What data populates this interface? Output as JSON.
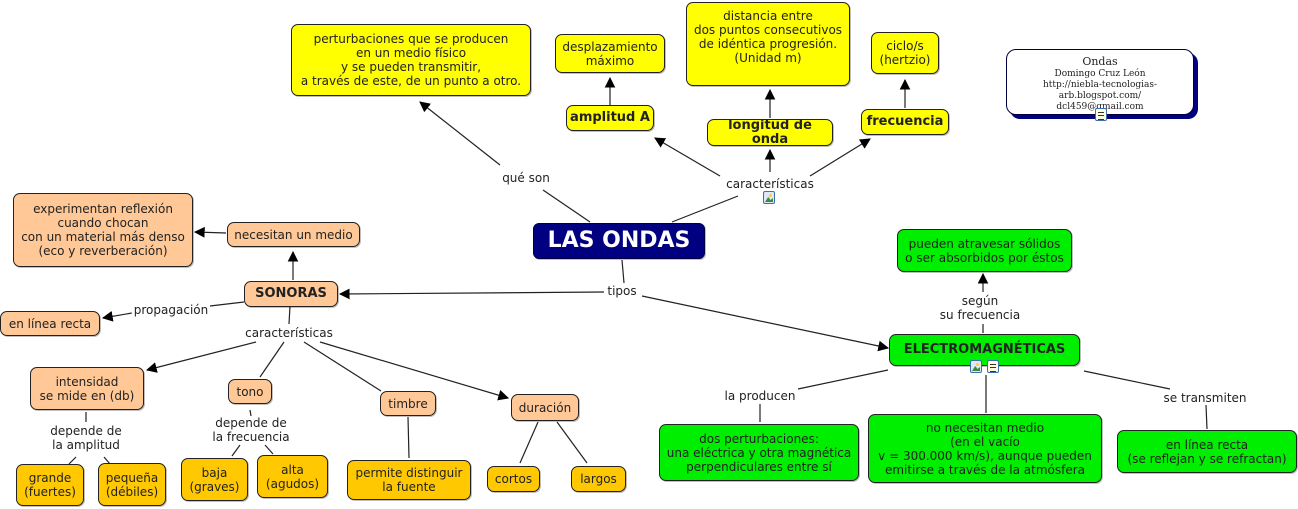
{
  "title": "LAS ONDAS",
  "info_box": {
    "title": "Ondas",
    "author": "Domingo Cruz León",
    "url": "http://niebla-tecnologias-arb.blogspot.com/",
    "email": "dcl459@gmail.com",
    "icon": "document-icon"
  },
  "colors": {
    "main": "#000080",
    "general": "#ffff00",
    "sonoras": "#ffc896",
    "sonoras_leaf": "#ffc800",
    "electromagneticas": "#00ee00"
  },
  "nodes": {
    "definicion": "perturbaciones que se producen\nen un medio físico\ny se pueden transmitir,\na través de este, de un punto a otro.",
    "amplitud": "amplitud A",
    "amplitud_def": "desplazamiento\nmáximo",
    "longitud": "longitud de onda",
    "longitud_def": "distancia entre\ndos puntos consecutivos\nde idéntica progresión.\n(Unidad m)",
    "frecuencia": "frecuencia",
    "frecuencia_def": "ciclo/s\n(hertzio)",
    "sonoras": "SONORAS",
    "necesitan_medio": "necesitan un medio",
    "reflexion": "experimentan reflexión\ncuando chocan\ncon un material más denso\n(eco y reverberación)",
    "linea_recta_son": "en línea recta",
    "intensidad": "intensidad\nse mide en (db)",
    "grande": "grande\n(fuertes)",
    "pequena": "pequeña\n(débiles)",
    "tono": "tono",
    "baja": "baja\n(graves)",
    "alta": "alta\n(agudos)",
    "timbre": "timbre",
    "distinguir": "permite distinguir\nla fuente",
    "duracion": "duración",
    "cortos": "cortos",
    "largos": "largos",
    "electromagneticas": "ELECTROMAGNÉTICAS",
    "atravesar": "pueden atravesar sólidos\no ser absorbidos por éstos",
    "dos_perturbaciones": "dos perturbaciones:\nuna eléctrica y otra magnética\nperpendiculares entre sí",
    "no_medio": "no necesitan medio\n(en el vacío\nv = 300.000 km/s), aunque pueden\nemitirse a través de la atmósfera",
    "linea_recta_em": "en línea recta\n(se reflejan y se refractan)"
  },
  "link_labels": {
    "que_son": "qué son",
    "caracteristicas": "características",
    "tipos": "tipos",
    "propagacion": "propagación",
    "caracteristicas_son": "características",
    "depende_amplitud": "depende de\nla amplitud",
    "depende_frecuencia": "depende de\nla frecuencia",
    "segun_frecuencia": "según\nsu frecuencia",
    "la_producen": "la producen",
    "se_transmiten": "se transmiten"
  }
}
